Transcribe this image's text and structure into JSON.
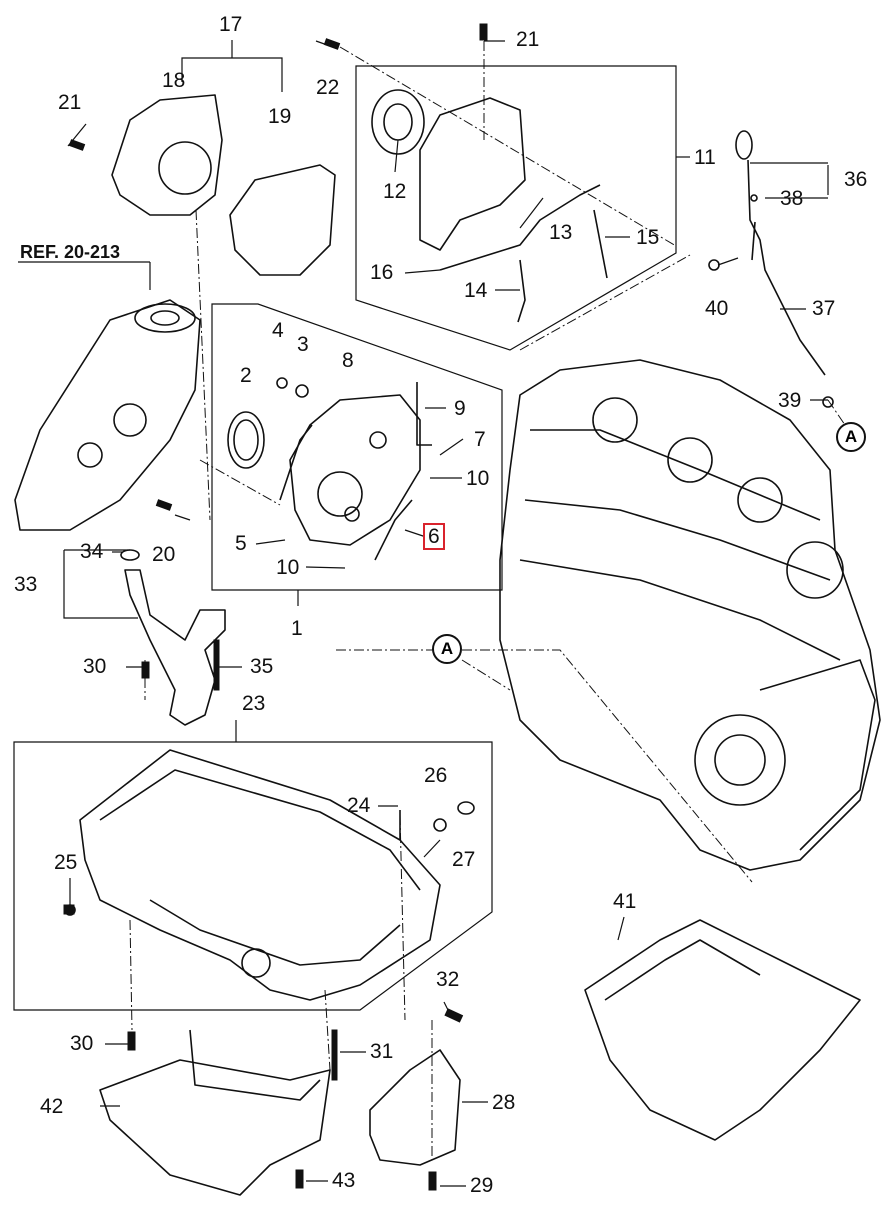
{
  "reference_label": "REF. 20-213",
  "highlighted_part": "6",
  "callouts": [
    {
      "id": "c17",
      "text": "17"
    },
    {
      "id": "c18",
      "text": "18"
    },
    {
      "id": "c19",
      "text": "19"
    },
    {
      "id": "c21a",
      "text": "21"
    },
    {
      "id": "c22",
      "text": "22"
    },
    {
      "id": "c21b",
      "text": "21"
    },
    {
      "id": "c11",
      "text": "11"
    },
    {
      "id": "c12",
      "text": "12"
    },
    {
      "id": "c13",
      "text": "13"
    },
    {
      "id": "c15",
      "text": "15"
    },
    {
      "id": "c16",
      "text": "16"
    },
    {
      "id": "c14",
      "text": "14"
    },
    {
      "id": "c36",
      "text": "36"
    },
    {
      "id": "c38",
      "text": "38"
    },
    {
      "id": "c37",
      "text": "37"
    },
    {
      "id": "c40",
      "text": "40"
    },
    {
      "id": "c39",
      "text": "39"
    },
    {
      "id": "c4",
      "text": "4"
    },
    {
      "id": "c3",
      "text": "3"
    },
    {
      "id": "c8",
      "text": "8"
    },
    {
      "id": "c2",
      "text": "2"
    },
    {
      "id": "c9",
      "text": "9"
    },
    {
      "id": "c7",
      "text": "7"
    },
    {
      "id": "c10a",
      "text": "10"
    },
    {
      "id": "c5",
      "text": "5"
    },
    {
      "id": "c6",
      "text": "6"
    },
    {
      "id": "c10b",
      "text": "10"
    },
    {
      "id": "c1",
      "text": "1"
    },
    {
      "id": "c34",
      "text": "34"
    },
    {
      "id": "c20",
      "text": "20"
    },
    {
      "id": "c33",
      "text": "33"
    },
    {
      "id": "c30a",
      "text": "30"
    },
    {
      "id": "c35",
      "text": "35"
    },
    {
      "id": "c23",
      "text": "23"
    },
    {
      "id": "c26",
      "text": "26"
    },
    {
      "id": "c24",
      "text": "24"
    },
    {
      "id": "c27",
      "text": "27"
    },
    {
      "id": "c25",
      "text": "25"
    },
    {
      "id": "c41",
      "text": "41"
    },
    {
      "id": "c32",
      "text": "32"
    },
    {
      "id": "c30b",
      "text": "30"
    },
    {
      "id": "c31",
      "text": "31"
    },
    {
      "id": "c42",
      "text": "42"
    },
    {
      "id": "c28",
      "text": "28"
    },
    {
      "id": "c43",
      "text": "43"
    },
    {
      "id": "c29",
      "text": "29"
    }
  ],
  "connector_labels": [
    {
      "id": "a1",
      "text": "A"
    },
    {
      "id": "a2",
      "text": "A"
    }
  ]
}
